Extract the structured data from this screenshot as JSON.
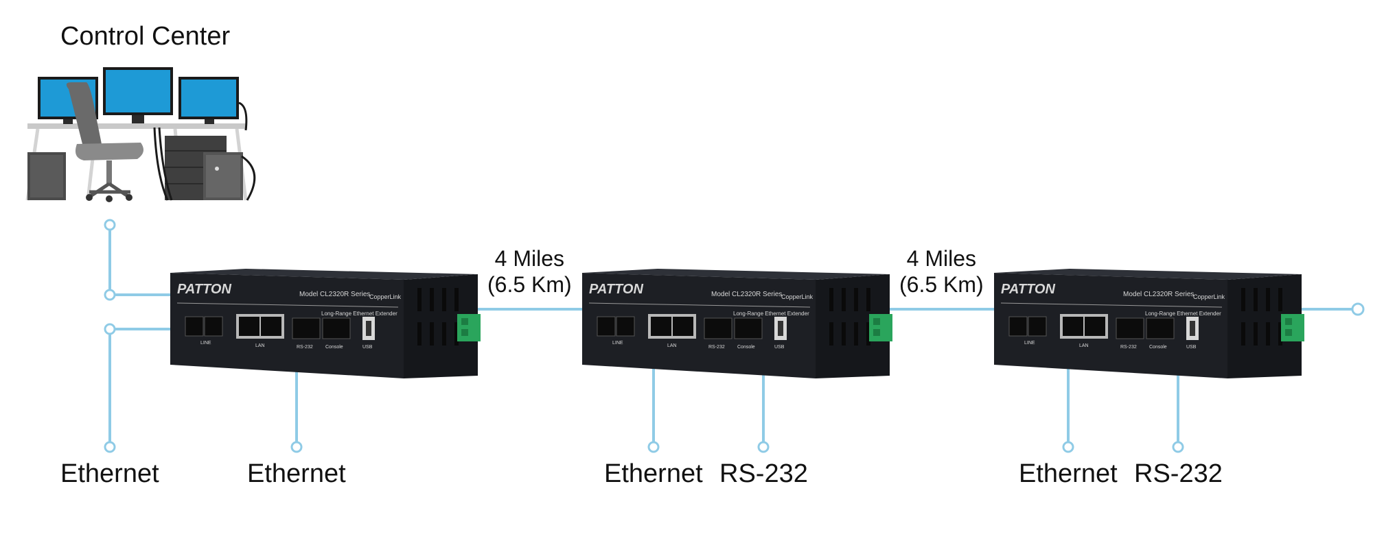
{
  "title": "Control Center",
  "devices": [
    {
      "brand": "PATTON",
      "model": "Model CL2320R Series",
      "series": "CopperLink",
      "subtitle": "Long-Range Ethernet Extender",
      "port_labels": {
        "line": "LINE",
        "lan": "LAN",
        "rs232": "RS-232",
        "console": "Console",
        "usb": "USB"
      },
      "bottom_labels": [
        "Ethernet",
        "Ethernet"
      ]
    },
    {
      "brand": "PATTON",
      "model": "Model CL2320R Series",
      "series": "CopperLink",
      "subtitle": "Long-Range Ethernet Extender",
      "port_labels": {
        "line": "LINE",
        "lan": "LAN",
        "rs232": "RS-232",
        "console": "Console",
        "usb": "USB"
      },
      "bottom_labels": [
        "Ethernet",
        "RS-232"
      ]
    },
    {
      "brand": "PATTON",
      "model": "Model CL2320R Series",
      "series": "CopperLink",
      "subtitle": "Long-Range Ethernet Extender",
      "port_labels": {
        "line": "LINE",
        "lan": "LAN",
        "rs232": "RS-232",
        "console": "Console",
        "usb": "USB"
      },
      "bottom_labels": [
        "Ethernet",
        "RS-232"
      ]
    }
  ],
  "left_label": "Ethernet",
  "links": [
    {
      "line1": "4 Miles",
      "line2": "(6.5 Km)"
    },
    {
      "line1": "4 Miles",
      "line2": "(6.5 Km)"
    }
  ],
  "colors": {
    "connector": "#8fcbe6",
    "device_body": "#1d1f24",
    "terminal_block": "#2aa55c",
    "monitor_screen": "#1e9ad6"
  }
}
